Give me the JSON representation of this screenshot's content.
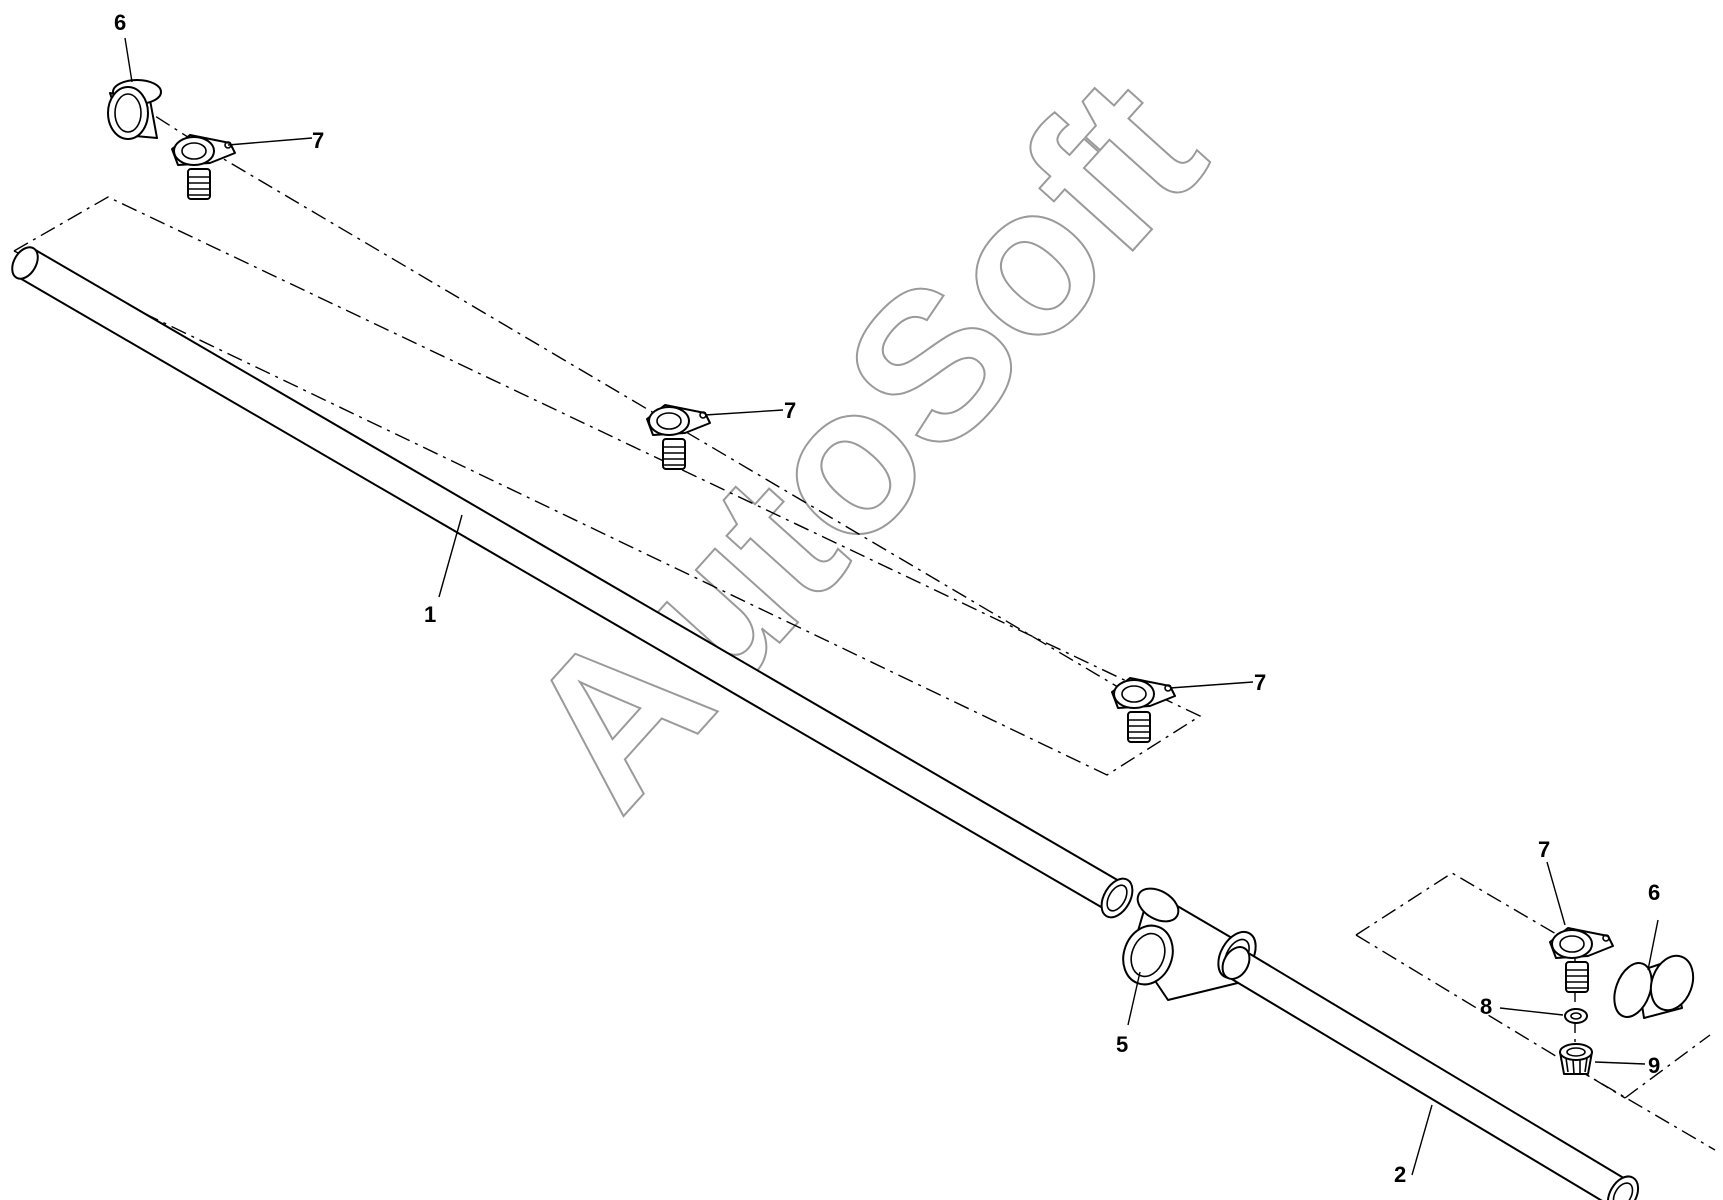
{
  "watermark": "AutoSoft",
  "callouts": {
    "c1": "1",
    "c2": "2",
    "c5": "5",
    "c6a": "6",
    "c6b": "6",
    "c7a": "7",
    "c7b": "7",
    "c7c": "7",
    "c7d": "7",
    "c8": "8",
    "c9": "9"
  },
  "colors": {
    "line": "#000000",
    "watermark": "#9a9a9a",
    "background": "#ffffff"
  }
}
